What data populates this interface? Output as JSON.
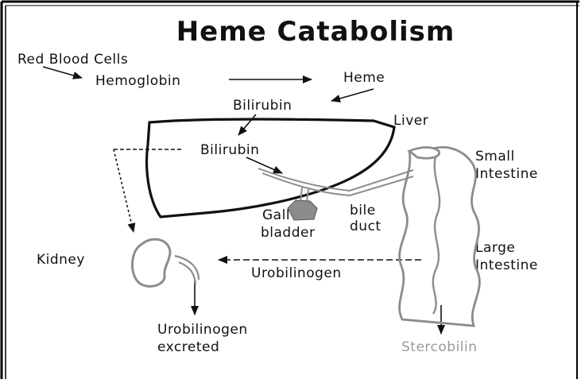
{
  "diagram": {
    "title": "Heme Catabolism",
    "labels": {
      "red_blood_cells": "Red Blood Cells",
      "hemoglobin": "Hemoglobin",
      "heme": "Heme",
      "bilirubin_top": "Bilirubin",
      "liver": "Liver",
      "bilirubin_liver": "Bilirubin",
      "small_intestine_1": "Small",
      "small_intestine_2": "Intestine",
      "gall_bladder_1": "Gall",
      "gall_bladder_2": "bladder",
      "bile_duct_1": "bile",
      "bile_duct_2": "duct",
      "kidney": "Kidney",
      "large_intestine_1": "Large",
      "large_intestine_2": "Intestine",
      "urobilinogen": "Urobilinogen",
      "urobilinogen_excreted_1": "Urobilinogen",
      "urobilinogen_excreted_2": "excreted",
      "stercobilin": "Stercobilin"
    },
    "colors": {
      "ink": "#111111",
      "organ_gray": "#8c8c8c",
      "faint_text": "#9a9a9a",
      "border": "#000000"
    }
  }
}
